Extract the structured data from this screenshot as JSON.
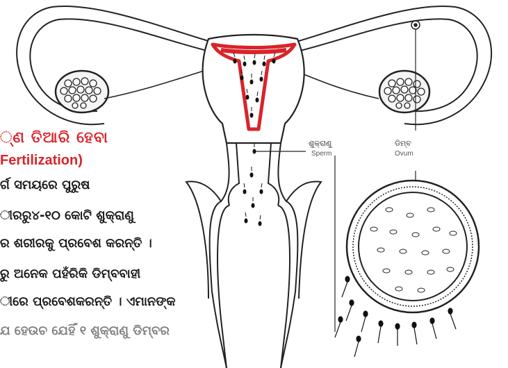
{
  "text": {
    "heading": "୍ଣ ତିଆରି ହେବା",
    "subheading": "Fertilization)",
    "lines": [
      "ର୍ଗ ସମୟରେ ପୁରୁଷ",
      "ୀରରୁ୪-୧୦ କୋଟି ଶୁକ୍ରାଣୁ",
      "ର ଶରୀରକୁ ପ୍ରବେଶ କରନ୍ତି ।",
      "ରୁ ଅନେକ ପହଁରିକି ଡିମ୍ବବାହୀ",
      "ୀରେ ପ୍ରବେଶକରନ୍ତି । ଏମାନଙ୍କ",
      "ଯ ହେଉଚ ଯେହିଁ ୧ ଶୁକ୍ରାଣୁ ଡିମ୍ବର"
    ]
  },
  "labels": {
    "sperm_or": "ଶୁକ୍ରାଣୁ",
    "sperm_en": "Sperm",
    "ovum_or": "ଡିମ୍ବ",
    "ovum_en": "Ovum"
  },
  "colors": {
    "line": "#222222",
    "lining": "#d8242a",
    "heading": "#d8242a"
  }
}
